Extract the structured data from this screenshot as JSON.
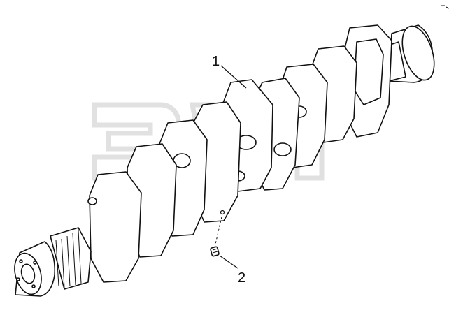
{
  "callouts": [
    {
      "id": "1",
      "label": "1"
    },
    {
      "id": "2",
      "label": "2"
    }
  ],
  "watermark": {
    "text": "эм",
    "trademark": "TM",
    "color": "#c8c8c8"
  },
  "colors": {
    "line": "#111111",
    "fill": "#ffffff"
  }
}
